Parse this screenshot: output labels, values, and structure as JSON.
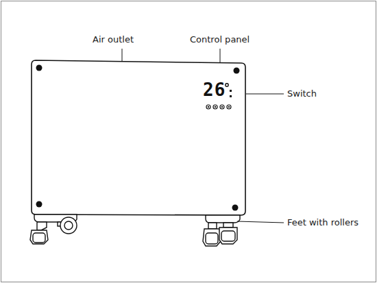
{
  "diagram": {
    "labels": [
      "Air outlet",
      "Control panel",
      "Switch",
      "Feet with rollers",
      "26"
    ]
  }
}
